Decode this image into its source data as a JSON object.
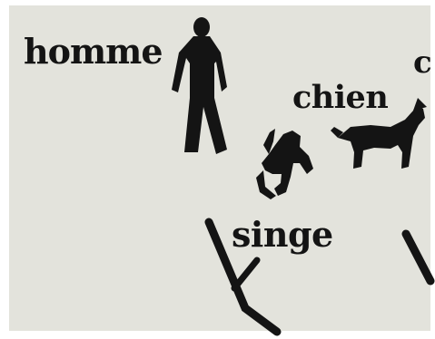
{
  "labels": {
    "human": "homme",
    "dog": "chien",
    "monkey": "singe",
    "cut_off": "c"
  },
  "colors": {
    "paper": "#e3e3dc",
    "ink": "#141414"
  },
  "icons": [
    "human-silhouette-icon",
    "dog-silhouette-icon",
    "monkey-silhouette-icon"
  ]
}
